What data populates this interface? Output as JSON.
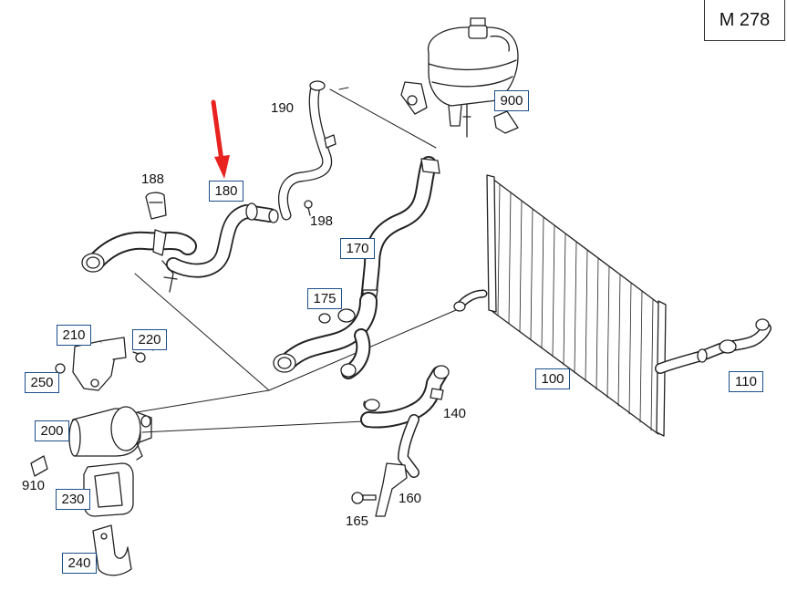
{
  "model": "M 278",
  "colors": {
    "callout_border": "#1b4f8a",
    "arrow": "#e8231f",
    "line": "#222222"
  },
  "callouts": {
    "p100": "100",
    "p110": "110",
    "p170": "170",
    "p175": "175",
    "p180": "180",
    "p200": "200",
    "p210": "210",
    "p220": "220",
    "p230": "230",
    "p240": "240",
    "p250": "250",
    "p900": "900"
  },
  "labels": {
    "p140": "140",
    "p160": "160",
    "p165": "165",
    "p188": "188",
    "p190": "190",
    "p198": "198",
    "p910": "910"
  },
  "indicator": {
    "icon": "red-arrow-icon",
    "target": "180"
  }
}
